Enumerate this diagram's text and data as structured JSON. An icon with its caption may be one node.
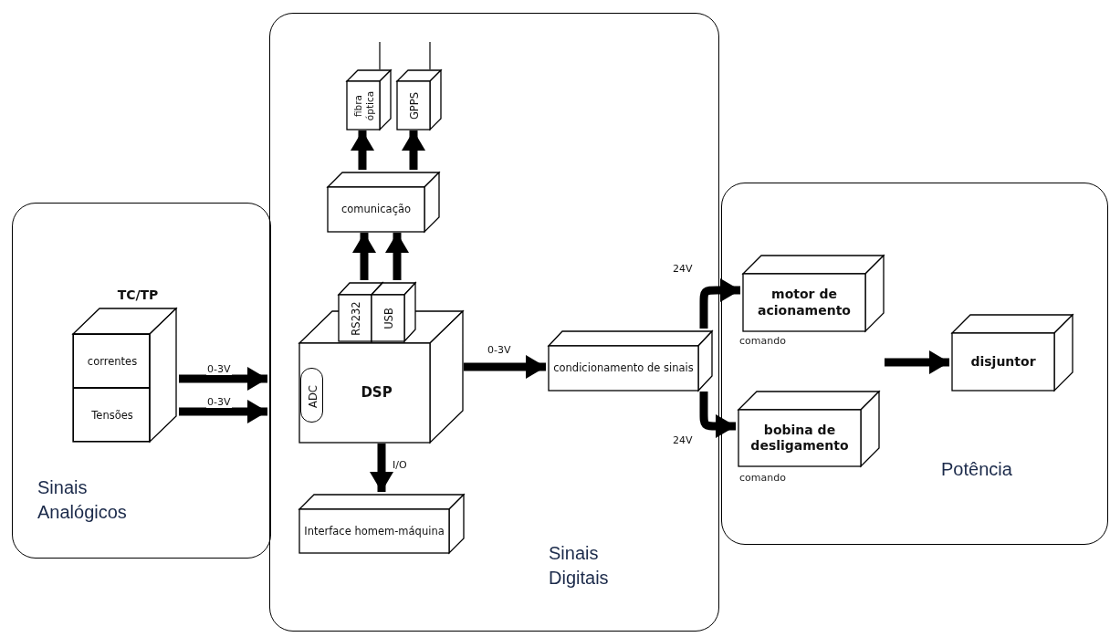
{
  "diagram": {
    "nodes": [
      {
        "text": [
          "Sinais Analógicos"
        ]
      },
      {
        "text": [
          "Sinais Digitais"
        ]
      },
      {
        "text": [
          "Potência"
        ]
      },
      {
        "text": [
          "TC/TP"
        ],
        "in": 0
      },
      {
        "text": [
          "correntes"
        ],
        "in": 3
      },
      {
        "text": [
          "Tensões"
        ],
        "in": 3
      },
      {
        "text": [
          "DSP"
        ],
        "in": 1
      },
      {
        "text": [
          "ADC"
        ],
        "in": 6
      },
      {
        "text": [
          "RS232"
        ],
        "in": 1
      },
      {
        "text": [
          "USB"
        ],
        "in": 1
      },
      {
        "text": [
          "comunicação"
        ],
        "in": 1
      },
      {
        "text": [
          "fibra óptica"
        ],
        "in": 1
      },
      {
        "text": [
          "GPPS"
        ],
        "in": 1
      },
      {
        "text": [
          "Interface homem-máquina"
        ],
        "in": 1
      },
      {
        "text": [
          "condicionamento de sinais"
        ],
        "in": 1
      },
      {
        "text": [
          "motor de acionamento"
        ],
        "in": 2,
        "beside": [
          "comando"
        ]
      },
      {
        "text": [
          "bobina de desligamento"
        ],
        "in": 2,
        "beside": [
          "comando"
        ]
      },
      {
        "text": [
          "disjuntor"
        ],
        "in": 2
      }
    ],
    "edges": [
      {
        "from": 4,
        "to": 1,
        "arrow": "to",
        "label": "0-3V"
      },
      {
        "from": 5,
        "to": 1,
        "arrow": "to",
        "label": "0-3V"
      },
      {
        "from": 8,
        "to": 10,
        "arrow": "to"
      },
      {
        "from": 9,
        "to": 10,
        "arrow": "to"
      },
      {
        "from": 10,
        "to": 11,
        "arrow": "to"
      },
      {
        "from": 10,
        "to": 12,
        "arrow": "to"
      },
      {
        "from": 6,
        "to": 13,
        "arrow": "to",
        "label": "I/O"
      },
      {
        "from": 6,
        "to": 14,
        "arrow": "to",
        "label": "0-3V"
      },
      {
        "from": 14,
        "to": 15,
        "arrow": "to",
        "label": "24V"
      },
      {
        "from": 14,
        "to": 16,
        "arrow": "to",
        "label": "24V"
      },
      {
        "from": 15,
        "to": 17,
        "arrow": "to"
      },
      {
        "from": 16,
        "to": 17,
        "arrow": "to"
      }
    ]
  }
}
